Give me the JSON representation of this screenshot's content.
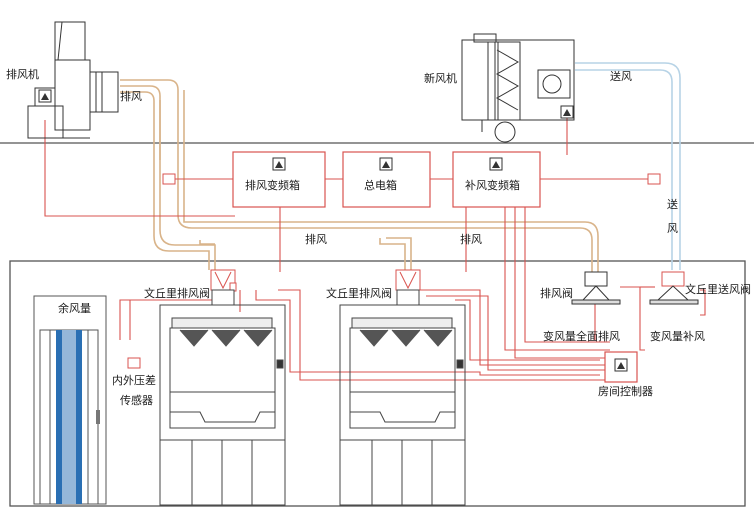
{
  "labels": {
    "exhaust_fan": "排风机",
    "fresh_air_unit": "新风机",
    "exhaust_top": "排风",
    "supply_top": "送风",
    "supply_vertical_1": "送",
    "supply_vertical_2": "风",
    "exhaust_vfd_box": "排风变频箱",
    "main_electric_box": "总电箱",
    "makeup_vfd_box": "补风变频箱",
    "exhaust_mid_left": "排风",
    "exhaust_mid_right": "排风",
    "venturi_exhaust_valve_1": "文丘里排风阀",
    "venturi_exhaust_valve_2": "文丘里排风阀",
    "exhaust_valve": "排风阀",
    "venturi_supply_valve": "文丘里送风阀",
    "variable_full_exhaust": "变风量全面排风",
    "variable_makeup": "变风量补风",
    "room_controller": "房间控制器",
    "residual_air": "余风量",
    "pressure_sensor_1": "内外压差",
    "pressure_sensor_2": "传感器"
  },
  "colors": {
    "control_wire": "#d9534f",
    "exhaust_duct": "#d9b48a",
    "supply_duct": "#b7d3e6",
    "equipment": "#333333",
    "wall": "#555555",
    "door_stripe": "#2a6fb3"
  }
}
